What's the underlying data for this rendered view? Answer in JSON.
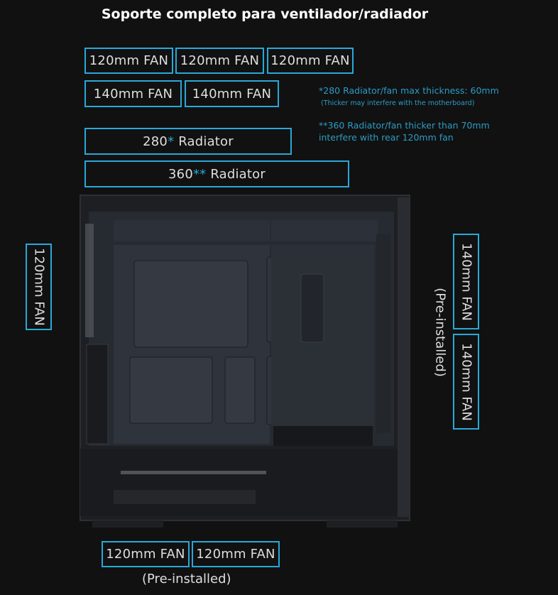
{
  "title": "Soporte completo para ventilador/radiador",
  "top": {
    "row1": [
      "120mm FAN",
      "120mm FAN",
      "120mm FAN"
    ],
    "row2": [
      "140mm FAN",
      "140mm FAN"
    ],
    "radiator_280": {
      "num": "280",
      "star": "*",
      "label": "Radiator"
    },
    "radiator_360": {
      "num": "360",
      "star": "**",
      "label": "Radiator"
    }
  },
  "notes": {
    "note1": "*280 Radiator/fan max thickness: 60mm",
    "note1_sub": "(Thicker may interfere with the motherboard)",
    "note2_line1": "**360 Radiator/fan thicker than 70mm",
    "note2_line2": "interfere with rear 120mm fan"
  },
  "rear": {
    "label": "120mm FAN"
  },
  "front": {
    "fans": [
      "140mm FAN",
      "140mm FAN"
    ],
    "preinstalled": "(Pre-installed)"
  },
  "bottom": {
    "fans": [
      "120mm FAN",
      "120mm FAN"
    ],
    "preinstalled": "(Pre-installed)"
  },
  "colors": {
    "accent": "#29a8d8",
    "background": "#111111"
  }
}
